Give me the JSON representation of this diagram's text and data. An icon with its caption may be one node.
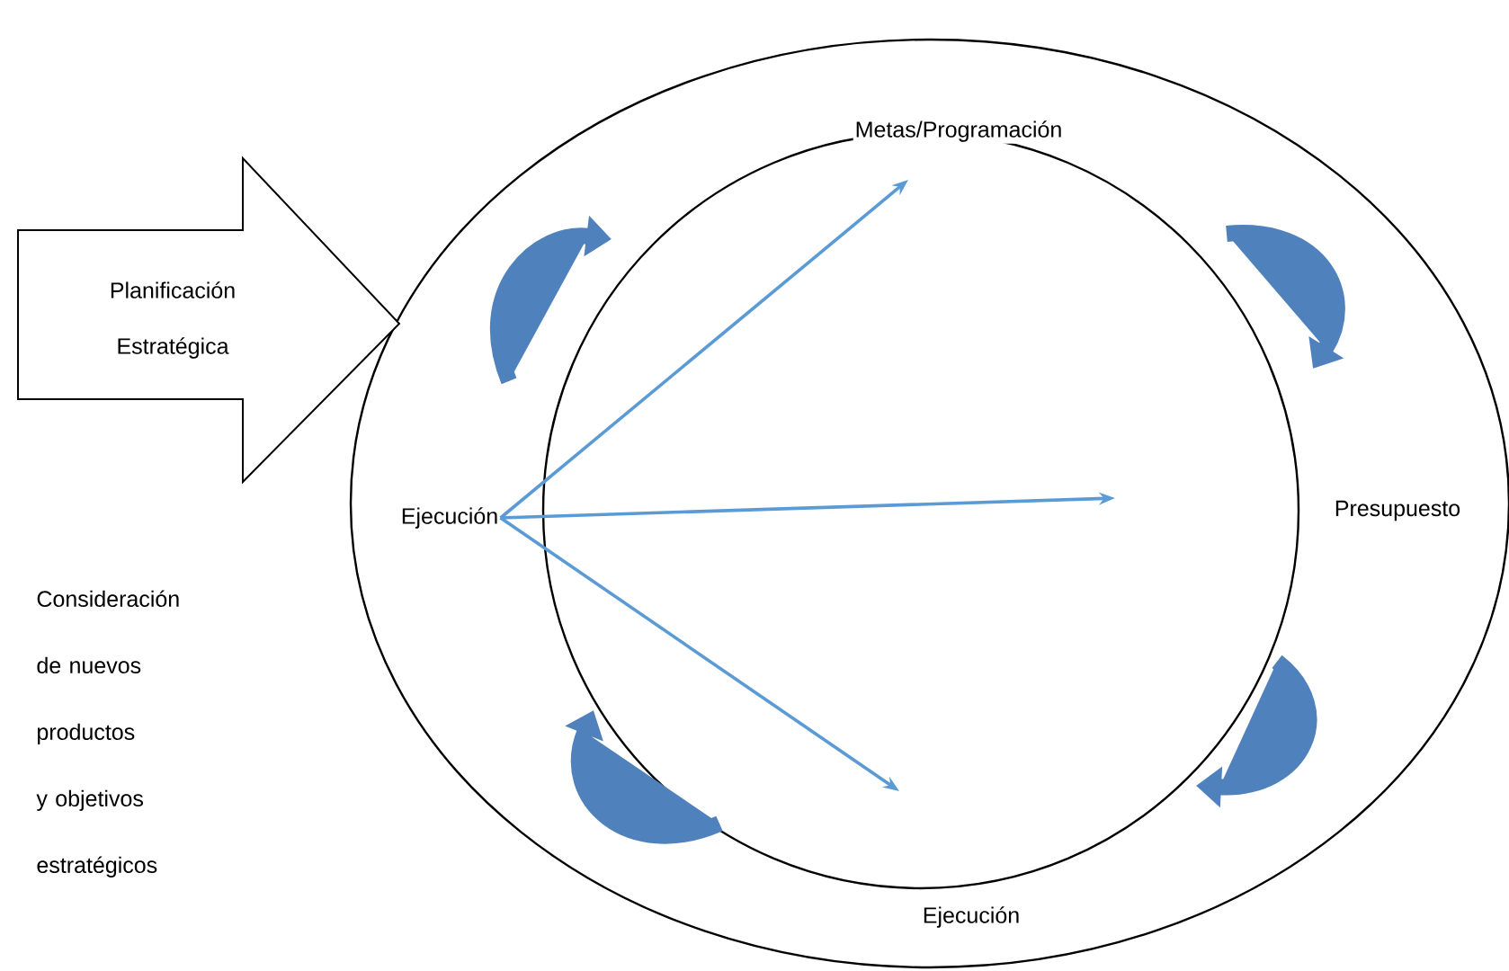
{
  "diagram": {
    "nodes": [
      {
        "text": [],
        "shape": "ellipse"
      },
      {
        "text": [],
        "shape": "circle",
        "in": 0
      },
      {
        "text": [
          "Planificación Estratégica"
        ]
      },
      {
        "text": [
          "Ejecución"
        ],
        "in": 0
      }
    ],
    "edges": [
      {
        "from": 3,
        "to": 1,
        "arrow": "to"
      },
      {
        "from": 3,
        "to": 1,
        "arrow": "to"
      },
      {
        "from": 3,
        "to": 1,
        "arrow": "to"
      }
    ],
    "labels": [
      "Metas/Programación",
      "Presupuesto",
      "Ejecución",
      "Consideración de nuevos productos y objetivos estratégicos"
    ]
  }
}
